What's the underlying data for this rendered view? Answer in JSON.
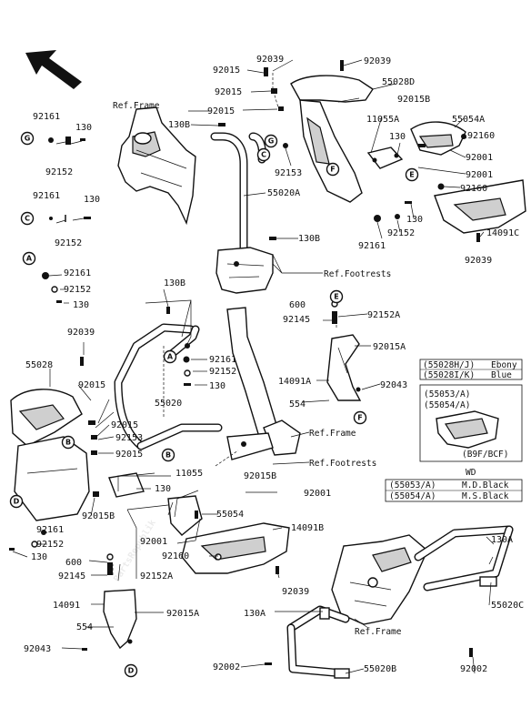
{
  "watermark": "PartsRepublik",
  "labels": {
    "n92039a": "92039",
    "n92039b": "92039",
    "n55028D": "55028D",
    "n92015Ba": "92015B",
    "n92015a": "92015",
    "n92015b": "92015",
    "n92015c": "92015",
    "n130Ba": "130B",
    "n11055A": "11055A",
    "n55054A": "55054A",
    "n92160a": "92160",
    "n130a": "130",
    "n92001a": "92001",
    "n92160b": "92160",
    "n92153a": "92153",
    "n55020A": "55020A",
    "n14091C": "14091C",
    "n92161a": "92161",
    "n92152a": "92152",
    "n130b": "130",
    "n130Bb": "130B",
    "n92039c": "92039",
    "g92161": "92161",
    "g130": "130",
    "g92152": "92152",
    "c92161": "92161",
    "c130": "130",
    "c92152": "92152",
    "a92161": "92161",
    "a92152": "92152",
    "a130": "130",
    "n130Bc": "130B",
    "n600a": "600",
    "n92145a": "92145",
    "n92152Aa": "92152A",
    "n92015Aa": "92015A",
    "n14091A": "14091A",
    "n92043a": "92043",
    "n554a": "554",
    "n92039d": "92039",
    "n55028": "55028",
    "n92161b": "92161",
    "n92152b": "92152",
    "n130c": "130",
    "n55020": "55020",
    "n92015d": "92015",
    "n92015e": "92015",
    "n92153b": "92153",
    "n92015f": "92015",
    "n11055": "11055",
    "n92015Bb": "92015B",
    "n130d": "130",
    "n92001b": "92001",
    "n55054": "55054",
    "n92015Bc": "92015B",
    "n92161c": "92161",
    "n92152c": "92152",
    "n130e": "130",
    "n92001c": "92001",
    "n92160c": "92160",
    "n14091B": "14091B",
    "n600b": "600",
    "n92145b": "92145",
    "n92152Ab": "92152A",
    "n92039e": "92039",
    "n14091": "14091",
    "n92015Ab": "92015A",
    "n554b": "554",
    "n92043b": "92043",
    "n130Aa": "130A",
    "n130Ab": "130A",
    "n55020C": "55020C",
    "n55020B": "55020B",
    "n92002a": "92002",
    "n92002b": "92002"
  },
  "refs": {
    "frame_top": "Ref.Frame",
    "footrests_top": "Ref.Footrests",
    "frame_mid": "Ref.Frame",
    "footrests_mid": "Ref.Footrests",
    "frame_bottom": "Ref.Frame"
  },
  "callouts": {
    "c1": "G",
    "c2": "C",
    "c3": "G",
    "c4": "C",
    "c5": "A",
    "c6": "F",
    "c7": "E",
    "c8": "A",
    "c9": "E",
    "c10": "F",
    "c11": "B",
    "c12": "D",
    "c13": "B",
    "c14": "D"
  },
  "color_table": {
    "row1": {
      "code": "(55028H/J)",
      "color": "Ebony"
    },
    "row2": {
      "code": "(55028I/K)",
      "color": "Blue"
    }
  },
  "variant_box": {
    "codes_line1": "(55053/A)",
    "codes_line2": "(55054/A)",
    "model": "(B9F/BCF)"
  },
  "wd_table": {
    "title": "WD",
    "row1": {
      "code": "(55053/A)",
      "color": "M.D.Black"
    },
    "row2": {
      "code": "(55054/A)",
      "color": "M.S.Black"
    }
  },
  "icons": {
    "arrow": "front-direction-arrow-icon"
  }
}
